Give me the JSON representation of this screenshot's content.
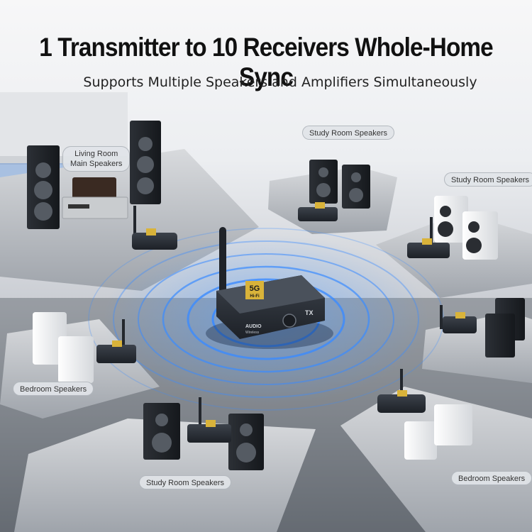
{
  "headline": {
    "title": "1 Transmitter to 10 Receivers  Whole-Home Sync",
    "subtitle": "Supports Multiple Speakers and Amplifiers Simultaneously"
  },
  "transmitter": {
    "badge_top": "5G",
    "badge_bottom": "Hi-Fi",
    "brand_line1": "AUDIO",
    "brand_line2": "Wireless",
    "mode_label": "TX"
  },
  "zones": {
    "living_room": {
      "line1": "Living Room",
      "line2": "Main Speakers"
    },
    "study_room_top": "Study Room Speakers",
    "study_room_right": "Study Room Speakers",
    "bedroom_left": "Bedroom Speakers",
    "study_room_bottom": "Study Room Speakers",
    "bedroom_right": "Bedroom Speakers"
  },
  "colors": {
    "signal_wave": "#3b8bff",
    "platform": "#c5c8cd",
    "device_body": "#2b3038",
    "badge_gold": "#d9b33a"
  }
}
